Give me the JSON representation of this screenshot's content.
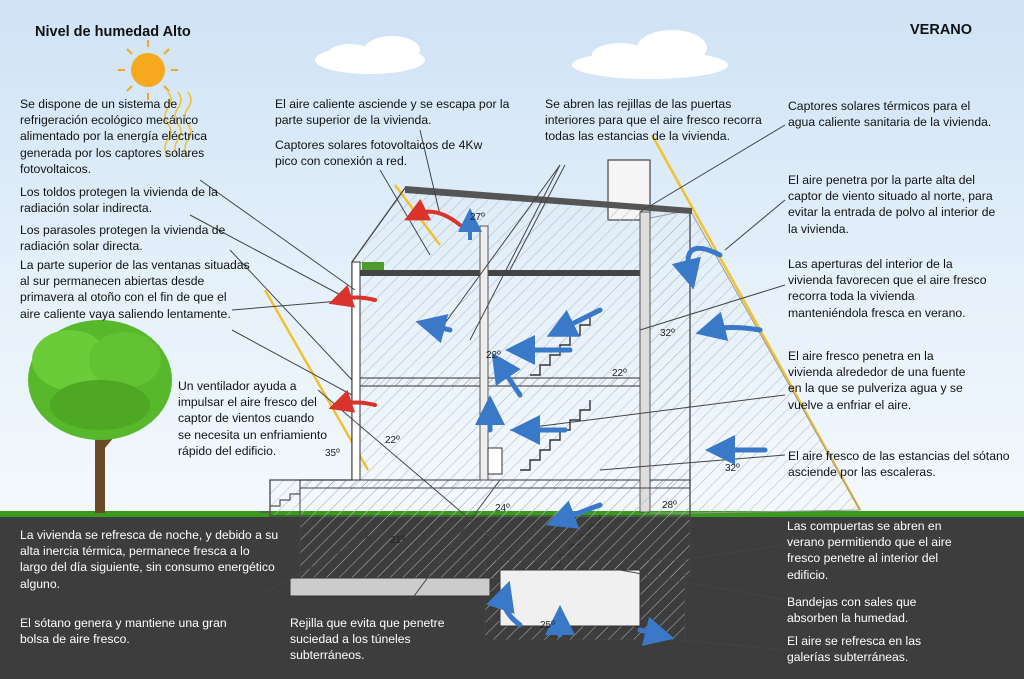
{
  "header": {
    "left_title": "Nivel de humedad Alto",
    "right_title": "VERANO"
  },
  "temperatures": [
    "27º",
    "22º",
    "22º",
    "22º",
    "32º",
    "32º",
    "35º",
    "28º",
    "24º",
    "21º",
    "25º"
  ],
  "annotations": [
    "Se dispone de un sistema de refrigeración ecológico mecánico alimentado por la energía eléctrica generada por los captores solares fotovoltaicos.",
    "Los toldos protegen la vivienda de la radiación solar indirecta.",
    "Los parasoles protegen la vivienda de radiación solar directa.",
    "La parte superior de las ventanas situadas al sur permanecen abiertas desde primavera al otoño con el fin de que el aire caliente vaya saliendo lentamente.",
    "El aire caliente asciende y se escapa por la parte superior de la vivienda.",
    "Captores solares fotovoltaicos de 4Kw pico con conexión a red.",
    "Se abren las rejillas de las puertas interiores para que el aire fresco recorra todas las estancias de la vivienda.",
    "Captores solares térmicos para el agua caliente sanitaria de la vivienda.",
    "El aire penetra por la parte alta del captor de viento situado al norte, para evitar la entrada de polvo al interior de la vivienda.",
    "Las aperturas del interior de la vivienda favorecen que el aire fresco recorra toda la vivienda manteniéndola fresca en verano.",
    "El aire fresco penetra en la vivienda alrededor de una fuente en la que se pulveriza agua y se vuelve a enfriar el aire.",
    "El aire fresco de las estancias del sótano asciende por las escaleras.",
    "Un ventilador ayuda a impulsar el aire fresco del captor de vientos cuando se necesita un enfriamiento rápido del edificio.",
    "La vivienda se refresca de noche, y debido a su alta inercia térmica, permanece fresca a lo largo del día siguiente, sin consumo energético alguno.",
    "El sótano genera y mantiene una gran bolsa de aire fresco.",
    "Rejilla que evita que penetre suciedad a los túneles subterráneos.",
    "Las compuertas se abren en verano permitiendo que el aire fresco penetre al interior del edificio.",
    "Bandejas con sales que absorben la humedad.",
    "El aire se refresca en las galerías subterráneas."
  ],
  "colors": {
    "sky": "#dcebf8",
    "ground": "#3d3d3d",
    "grass": "#3a9a1e",
    "sun": "#f5a623",
    "sun_ray": "#f2c12e",
    "cool_air": "#3a78c8",
    "hot_air": "#d9332b",
    "hatch": "#b8b8b8"
  },
  "icons": [
    "sun-icon",
    "cloud-icon",
    "tree-icon"
  ]
}
